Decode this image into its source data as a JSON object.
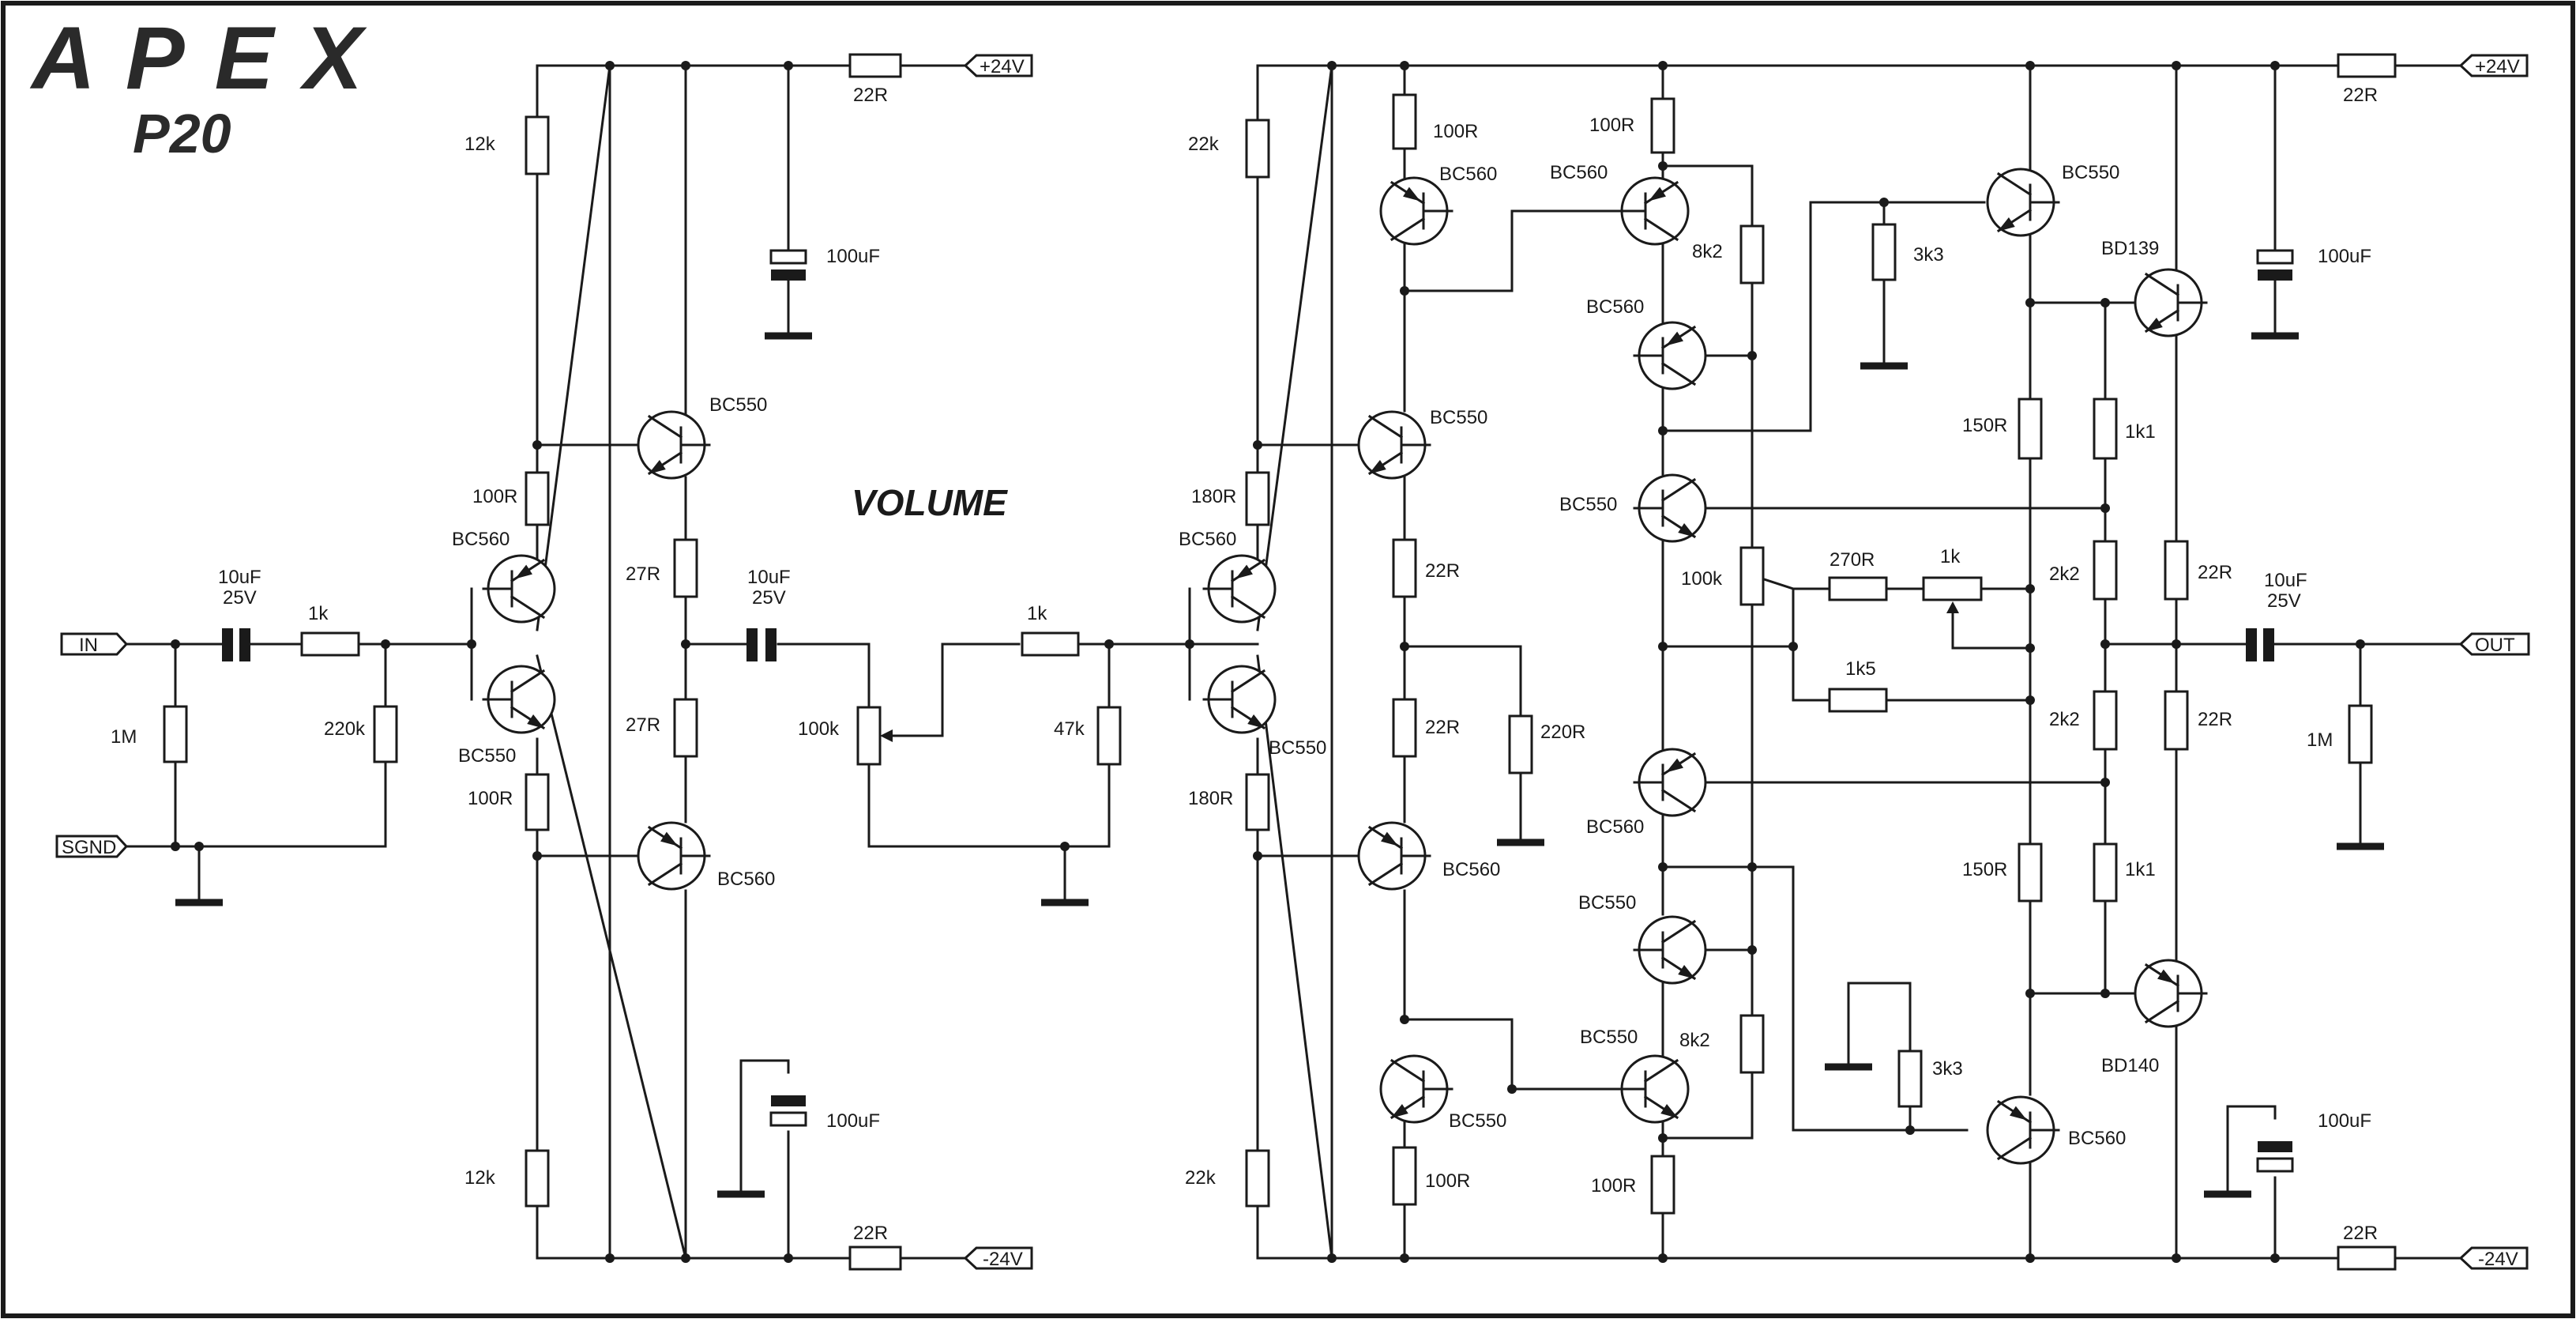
{
  "brand": {
    "logo": "APEX",
    "model": "P20"
  },
  "stage_label": "VOLUME",
  "ports": {
    "in": "IN",
    "sgnd": "SGND",
    "out": "OUT",
    "vpos": "+24V",
    "vneg": "-24V"
  },
  "pre": {
    "r_in_series": "1k",
    "r_in_shunt": "1M",
    "r_in_bias": "220k",
    "c_in": {
      "value": "10uF",
      "voltage": "25V"
    },
    "r_top": "12k",
    "r_bot": "12k",
    "r_mid_top": "100R",
    "r_mid_bot": "100R",
    "q_top": "BC560",
    "q_bot": "BC550",
    "q_drv_top": "BC550",
    "q_drv_bot": "BC560",
    "r_emit_top": "27R",
    "r_emit_bot": "27R",
    "c_out": {
      "value": "10uF",
      "voltage": "25V"
    },
    "rail_res_top": "22R",
    "rail_res_bot": "22R",
    "rail_cap_top": "100uF",
    "rail_cap_bot": "100uF"
  },
  "volume": {
    "pot": "100k",
    "r_series": "1k",
    "r_shunt": "47k"
  },
  "amp": {
    "r_top": "22k",
    "r_bot": "22k",
    "r_mid_top": "180R",
    "r_mid_bot": "180R",
    "q_in_top": "BC560",
    "q_in_bot": "BC550",
    "q_vas_top": "BC550",
    "q_vas_bot": "BC560",
    "r_vas_top": "22R",
    "r_vas_bot": "22R",
    "r_shunt": "220R",
    "q_mirror_tl": "BC560",
    "q_mirror_tr": "BC560",
    "q_mirror_bl": "BC550",
    "q_mirror_br": "BC550",
    "r_mirror_tl": "100R",
    "r_mirror_tr": "100R",
    "r_mirror_bl": "100R",
    "r_mirror_br": "100R",
    "r_8k2_top": "8k2",
    "r_8k2_bot": "8k2",
    "q_cs_top": "BC560",
    "q_cs_bot": "BC550",
    "q_mid_top": "BC550",
    "q_mid_bot": "BC560",
    "r_100k": "100k",
    "r_270": "270R",
    "pot_1k": "1k",
    "r_1k5": "1k5",
    "r_3k3_top": "3k3",
    "r_3k3_bot": "3k3",
    "q_drv_top": "BC550",
    "q_drv_bot": "BC560",
    "r_150_top": "150R",
    "r_150_bot": "150R",
    "r_1k1_top": "1k1",
    "r_1k1_bot": "1k1",
    "r_2k2_top": "2k2",
    "r_2k2_bot": "2k2",
    "q_out_top": "BD139",
    "q_out_bot": "BD140",
    "r_out_top": "22R",
    "r_out_bot": "22R",
    "c_out": {
      "value": "10uF",
      "voltage": "25V"
    },
    "r_load": "1M",
    "rail_res_top": "22R",
    "rail_res_bot": "22R",
    "rail_cap_top": "100uF",
    "rail_cap_bot": "100uF"
  }
}
